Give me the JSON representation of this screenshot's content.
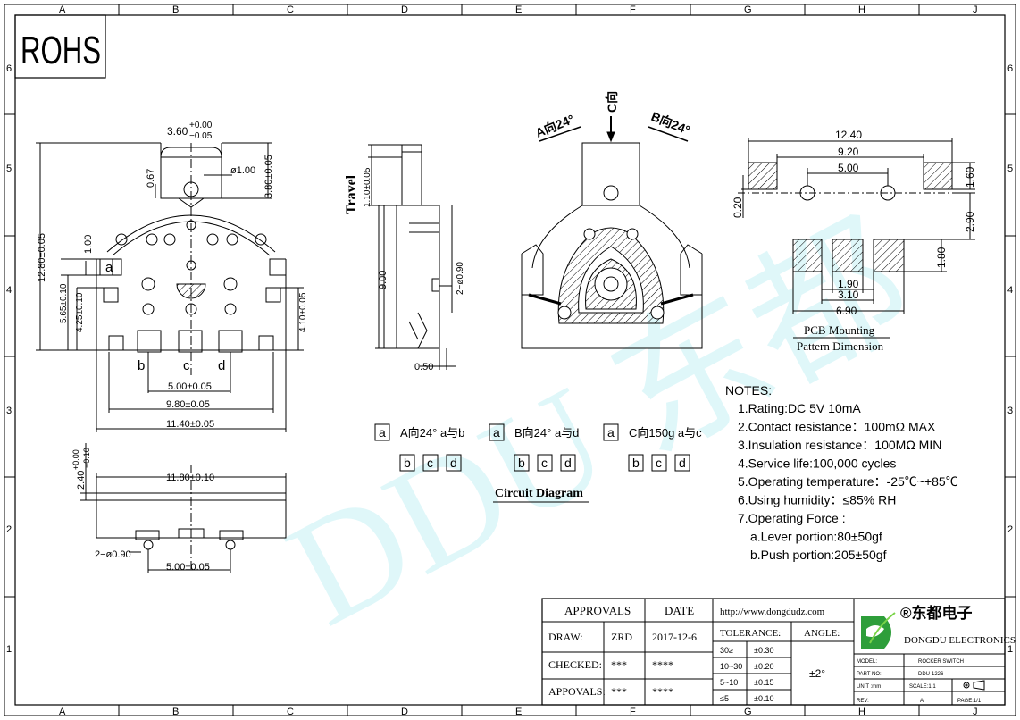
{
  "border": {
    "columns": [
      "A",
      "B",
      "C",
      "D",
      "E",
      "F",
      "G",
      "H",
      "J"
    ],
    "rows": [
      "6",
      "5",
      "4",
      "3",
      "2",
      "1"
    ]
  },
  "rohs": "ROHS",
  "watermark": "DDU 东都",
  "front_view": {
    "dims": {
      "top_width": "3.60",
      "top_tol_plus": "+0.00",
      "top_tol_minus": "−0.05",
      "hole": "ø1.00",
      "h067": "0.67",
      "h380": "3.80±0.05",
      "h1280": "12.80±0.05",
      "h100": "1.00",
      "h565": "5.65±0.10",
      "h425": "4.25±0.10",
      "h410": "4.10±0.05",
      "w500": "5.00±0.05",
      "w980": "9.80±0.05",
      "w1140": "11.40±0.05"
    },
    "pin_labels": [
      "a",
      "b",
      "c",
      "d"
    ]
  },
  "side_view": {
    "travel": "Travel",
    "h110": "1.10±0.05",
    "h900": "9.00",
    "pin": "2−ø0.90",
    "w050": "0.50"
  },
  "top_view": {
    "dir_a": "A向24°",
    "dir_c": "C向",
    "dir_b": "B向24°"
  },
  "pcb": {
    "w1240": "12.40",
    "w920": "9.20",
    "w500": "5.00",
    "h160": "1.60",
    "h020": "0.20",
    "h290": "2.90",
    "h180": "1.80",
    "w190": "1.90",
    "w310": "3.10",
    "w690": "6.90",
    "title1": "PCB Mounting",
    "title2": "Pattern Dimension"
  },
  "bottom_view": {
    "h240": "2.40",
    "tol_plus": "+0.00",
    "tol_minus": "−0.10",
    "w1180": "11.80±0.10",
    "pin": "2−ø0.90",
    "w500": "5.00±0.05"
  },
  "circuit": {
    "title": "Circuit Diagram",
    "groups": [
      {
        "head": "a",
        "label": "A向24°  a与b",
        "pins": [
          "b",
          "c",
          "d"
        ]
      },
      {
        "head": "a",
        "label": "B向24° a与d",
        "pins": [
          "b",
          "c",
          "d"
        ]
      },
      {
        "head": "a",
        "label": "C向150g  a与c",
        "pins": [
          "b",
          "c",
          "d"
        ]
      }
    ]
  },
  "notes": {
    "title": "NOTES:",
    "items": [
      "1.Rating:DC 5V 10mA",
      "2.Contact resistance：100mΩ MAX",
      "3.Insulation resistance：100MΩ MIN",
      "4.Service life:100,000 cycles",
      "5.Operating temperature：-25℃~+85℃",
      "6.Using humidity：≤85% RH",
      "7.Operating Force :",
      "a.Lever portion:80±50gf",
      "b.Push portion:205±50gf"
    ]
  },
  "title_block": {
    "approvals_header": "APPROVALS",
    "date_header": "DATE",
    "rows": [
      {
        "label": "DRAW:",
        "who": "ZRD",
        "date": "2017-12-6"
      },
      {
        "label": "CHECKED:",
        "who": "***",
        "date": "****"
      },
      {
        "label": "APPOVALS:",
        "who": "***",
        "date": "****"
      }
    ],
    "website": "http://www.dongdudz.com",
    "tolerance_header": "TOLERANCE:",
    "angle_header": "ANGLE:",
    "tolerances": [
      {
        "range": "30≥",
        "value": "±0.30"
      },
      {
        "range": "10~30",
        "value": "±0.20"
      },
      {
        "range": "5~10",
        "value": "±0.15"
      },
      {
        "range": "≤5",
        "value": "±0.10"
      }
    ],
    "angle_value": "±2°",
    "company_cn": "®东都电子",
    "company_en": "DONGDU ELECTRONICS",
    "model_label": "MODEL:",
    "model_value": "ROCKER SWITCH",
    "part_label": "PART NO:",
    "part_value": "DDU-1226",
    "unit_label": "UNIT :mm",
    "scale_label": "SCALE:1:1",
    "rev_label": "REV:",
    "rev_value": "A",
    "page_label": "PAGE:1/1"
  }
}
